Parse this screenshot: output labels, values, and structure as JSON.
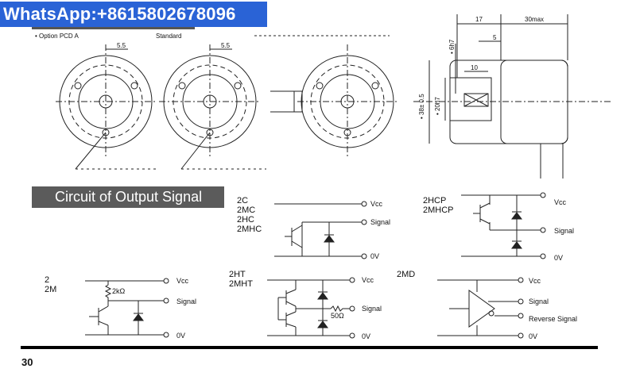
{
  "watermark": "WhatsApp:+8615802678096",
  "page_number": "30",
  "circuit_title": "Circuit of Output Signal",
  "drawing": {
    "option_label": "• Option PCD A",
    "standard_label": "Standard",
    "dim_55": "5.5",
    "dim_17": "17",
    "dim_30max": "30max",
    "dim_5": "5",
    "dim_10": "10",
    "dim_6h7": "• 6h7",
    "dim_38": "• 38± 0.5",
    "dim_20h7": "• 20h7"
  },
  "circuits": {
    "c2c": {
      "models": [
        "2C",
        "2MC",
        "2HC",
        "2MHC"
      ],
      "vcc": "Vcc",
      "signal": "Signal",
      "zero": "0V"
    },
    "c2hcp": {
      "models": [
        "2HCP",
        "2MHCP"
      ],
      "vcc": "Vcc",
      "signal": "Signal",
      "zero": "0V"
    },
    "c2m": {
      "models": [
        "2",
        "2M"
      ],
      "vcc": "Vcc",
      "signal": "Signal",
      "zero": "0V",
      "resistor": "2kΩ"
    },
    "c2ht": {
      "models": [
        "2HT",
        "2MHT"
      ],
      "vcc": "Vcc",
      "signal": "Signal",
      "zero": "0V",
      "resistor": "50Ω"
    },
    "c2md": {
      "models": [
        "2MD"
      ],
      "vcc": "Vcc",
      "signal": "Signal",
      "reverse": "Reverse Signal",
      "zero": "0V"
    }
  }
}
